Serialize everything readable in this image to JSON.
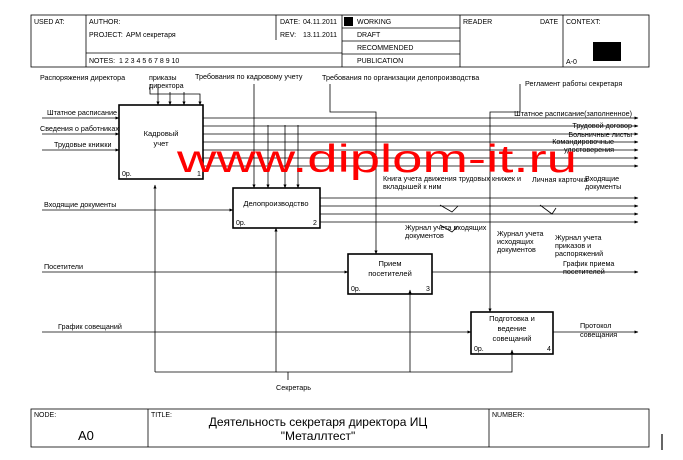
{
  "header": {
    "used_at_label": "USED AT:",
    "author_label": "AUTHOR:",
    "project_label": "PROJECT:",
    "project_value": "АРМ секретаря",
    "notes_label": "NOTES:",
    "notes_value": "1 2 3 4 5 6 7 8 9 10",
    "date_label": "DATE:",
    "date_value": "04.11.2011",
    "rev_label": "REV:",
    "rev_value": "13.11.2011",
    "status": [
      "WORKING",
      "DRAFT",
      "RECOMMENDED",
      "PUBLICATION"
    ],
    "reader_label": "READER",
    "date2_label": "DATE",
    "context_label": "CONTEXT:",
    "context_node": "A-0"
  },
  "boxes": [
    {
      "name": "Кадровый учет",
      "lines": [
        "Кадровый",
        "учет"
      ],
      "cost": "0р.",
      "num": "1"
    },
    {
      "name": "Делопроизводство",
      "lines": [
        "Делопроизводство"
      ],
      "cost": "0р.",
      "num": "2"
    },
    {
      "name": "Прием посетителей",
      "lines": [
        "Прием",
        "посетителей"
      ],
      "cost": "0р.",
      "num": "3"
    },
    {
      "name": "Подготовка и ведение совещаний",
      "lines": [
        "Подготовка и",
        "ведение",
        "совещаний"
      ],
      "cost": "0р.",
      "num": "4"
    }
  ],
  "arrows": {
    "inputs": [
      "Штатное расписание",
      "Сведения о работниках",
      "Трудовые книжки",
      "Входящие документы",
      "Посетители",
      "График совещаний"
    ],
    "controls": [
      "Распоряжения директора",
      "приказы директора",
      "Требования по кадровому учету",
      "Требования по организации делопроизводства",
      "Регламент работы секретаря"
    ],
    "outputs": [
      "Штатное расписание(заполненное)",
      "Трудовой договор",
      "Больничные листы",
      "Командировочные удостоверения",
      "Книга учета движения трудовых книжек и вкладышей к ним",
      "Личная карточка",
      "Входящие документы",
      "Журнал учета входящих документов",
      "Журнал учета исходящих документов",
      "Журнал учета приказов и распоряжений",
      "График приема посетителей",
      "Протокол совещания"
    ],
    "mechanism": "Секретарь"
  },
  "watermark": "www.diplom-it.ru",
  "footer": {
    "node_label": "NODE:",
    "node_value": "A0",
    "title_label": "TITLE:",
    "title_lines": [
      "Деятельность секретаря  директора ИЦ",
      "\"Металлтест\""
    ],
    "number_label": "NUMBER:"
  },
  "colors": {
    "watermark": "#ff0000",
    "line": "#000000",
    "background": "#ffffff"
  }
}
